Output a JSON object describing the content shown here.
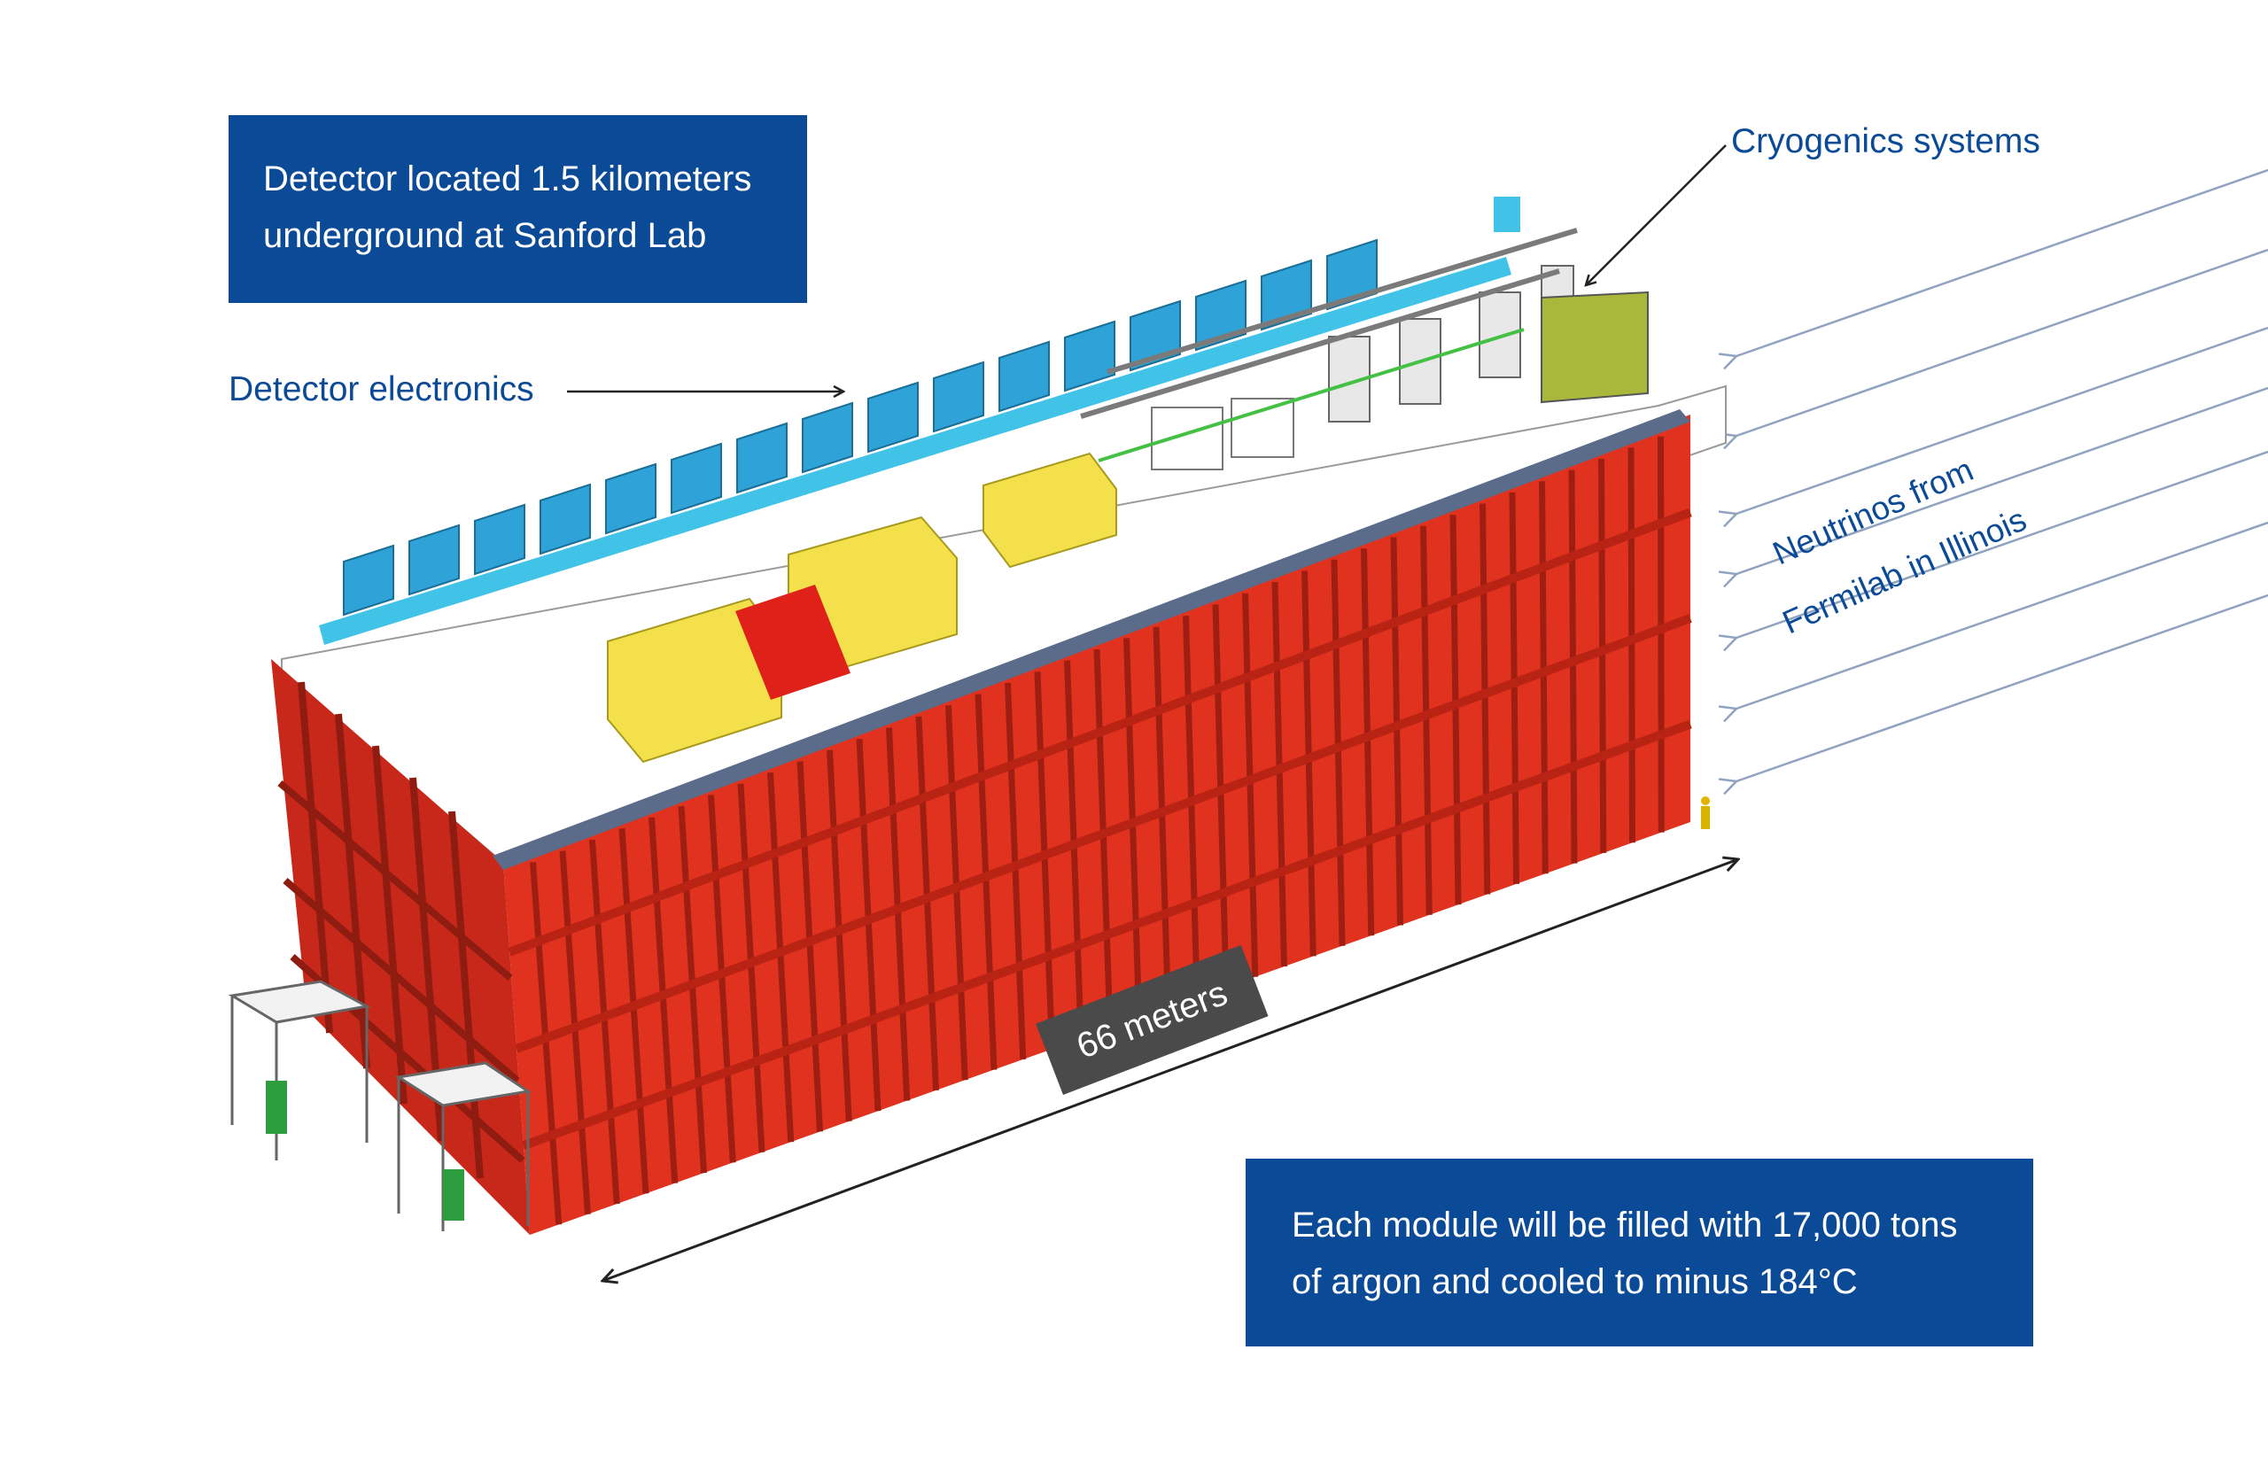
{
  "info_boxes": {
    "top": {
      "line1": "Detector located 1.5 kilometers",
      "line2": "underground at Sanford Lab"
    },
    "bottom": {
      "line1": "Each module will be filled with 17,000 tons",
      "line2": "of argon and cooled to minus 184°C"
    }
  },
  "labels": {
    "cryogenics": "Cryogenics systems",
    "electronics": "Detector electronics",
    "neutrinos_line1": "Neutrinos from",
    "neutrinos_line2": "Fermilab in Illinois"
  },
  "dimension": {
    "length_label": "66 meters"
  },
  "colors": {
    "box_blue": "#0b4a97",
    "label_blue": "#0b4a97",
    "frame_red": "#e0321e",
    "frame_dark_red": "#b82314",
    "cryostat_blue": "#2fa3d8",
    "module_yellow": "#f3e04a",
    "dimension_gray": "#4a4a4a",
    "beam_line": "#8fa3c0"
  }
}
